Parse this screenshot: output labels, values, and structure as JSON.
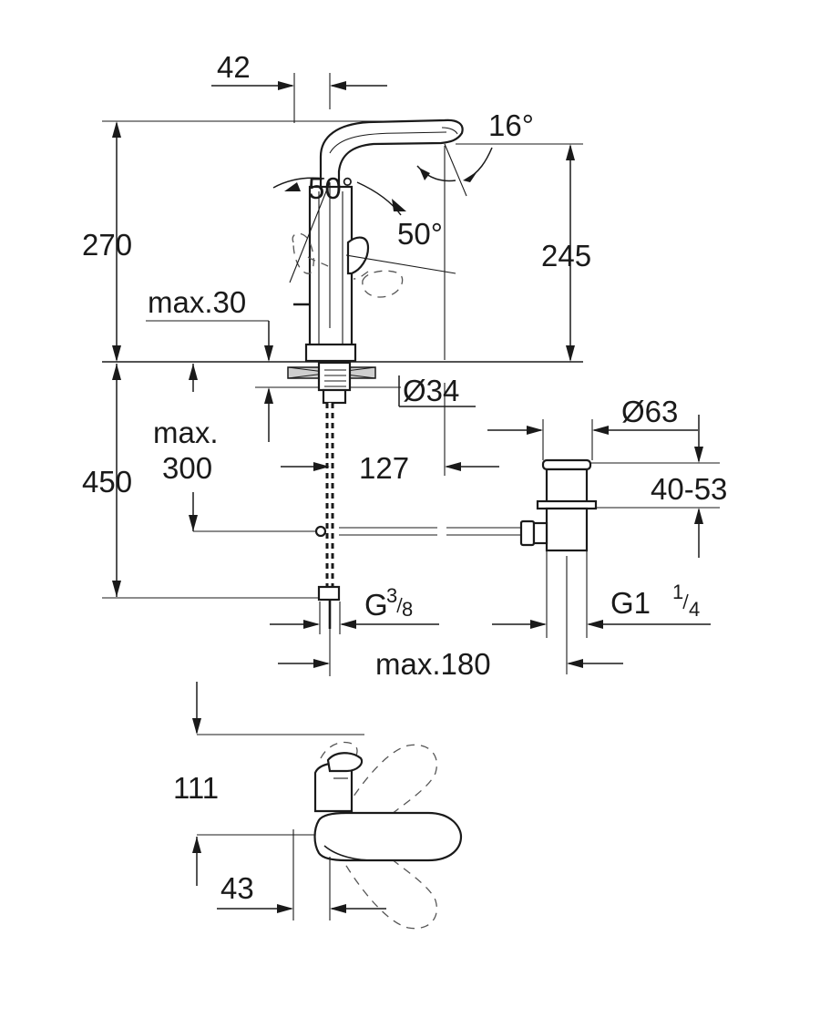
{
  "drawing": {
    "labels": {
      "w42": "42",
      "a16": "16°",
      "a50_left": "50°",
      "a50_right": "50°",
      "h270": "270",
      "h245": "245",
      "max30": "max.30",
      "d34": "Ø34",
      "max_word": "max.",
      "max300_val": "300",
      "h450": "450",
      "d63": "Ø63",
      "r4053": "40-53",
      "d127": "127",
      "g38_base": "G",
      "g38_num": "3",
      "g38_den": "8",
      "g114_base": "G1",
      "g114_num": "1",
      "g114_den": "4",
      "max180": "max.180",
      "h111": "111",
      "w43": "43"
    }
  }
}
